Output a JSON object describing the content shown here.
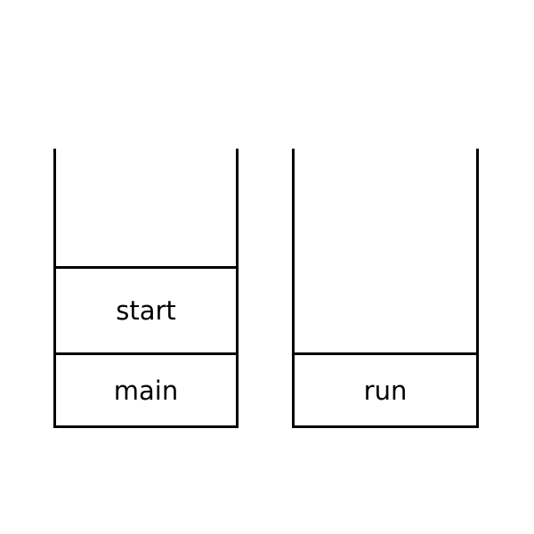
{
  "stacks": [
    {
      "frames": [
        "start",
        "main"
      ]
    },
    {
      "frames": [
        "run"
      ]
    }
  ]
}
